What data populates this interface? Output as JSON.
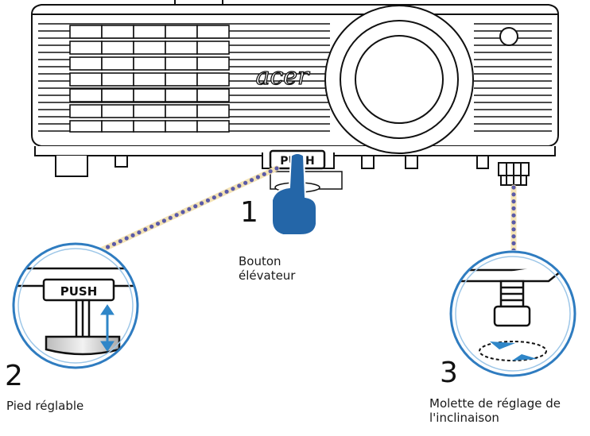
{
  "brand_logo": "acer",
  "push_label": "PUSH",
  "steps": [
    {
      "number": "1",
      "label": "Bouton\nélévateur"
    },
    {
      "number": "2",
      "label": "Pied réglable"
    },
    {
      "number": "3",
      "label": "Molette de réglage de\nl'inclinaison"
    }
  ],
  "colors": {
    "outline": "#111111",
    "callout_dot": "#5a5aa8",
    "callout_glow": "#f4e3b5",
    "circle_ring": "#2f7cc0",
    "hand": "#2466a8",
    "arrow": "#2f86c8"
  },
  "icons": [
    "finger-press-icon",
    "up-down-arrow-icon",
    "rotate-arrows-icon"
  ]
}
